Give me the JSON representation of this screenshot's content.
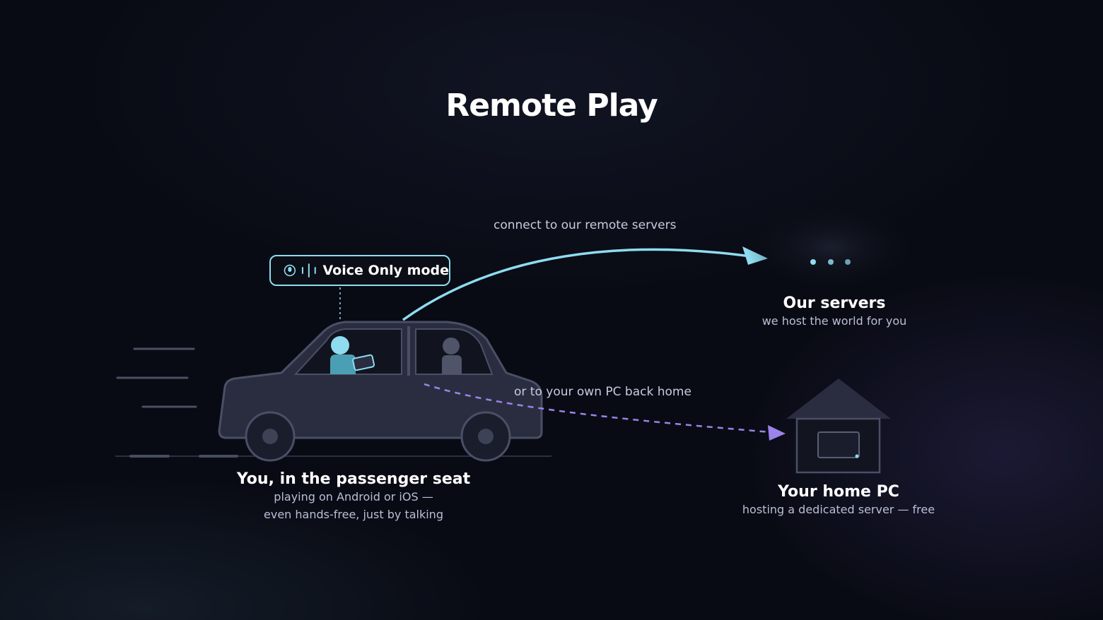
{
  "page": {
    "title": "Remote Play"
  },
  "voice_badge": {
    "label": "Voice Only mode",
    "icons": [
      "microphone-icon",
      "audio-bars-icon"
    ],
    "border_color": "#8fdcf0"
  },
  "flows": {
    "servers_label": "connect to our remote servers",
    "home_label": "or to your own PC back home",
    "servers_arrow_color": "#8fdcf0",
    "home_arrow_color": "#9a84ea"
  },
  "nodes": {
    "passenger": {
      "heading": "You, in the passenger seat",
      "lines": [
        "playing on Android or iOS —",
        "even hands-free, just by talking"
      ]
    },
    "servers": {
      "heading": "Our servers",
      "line": "we host the world for you",
      "icon": "cloud-dots-icon"
    },
    "home_pc": {
      "heading": "Your home PC",
      "line": "hosting a dedicated server — free",
      "icon": "house-icon"
    }
  },
  "colors": {
    "background": "#090b14",
    "car_body": "#2a2d3f",
    "car_stroke": "#4a4f66",
    "accent_cyan": "#8fdcf0",
    "accent_purple": "#9a84ea"
  }
}
